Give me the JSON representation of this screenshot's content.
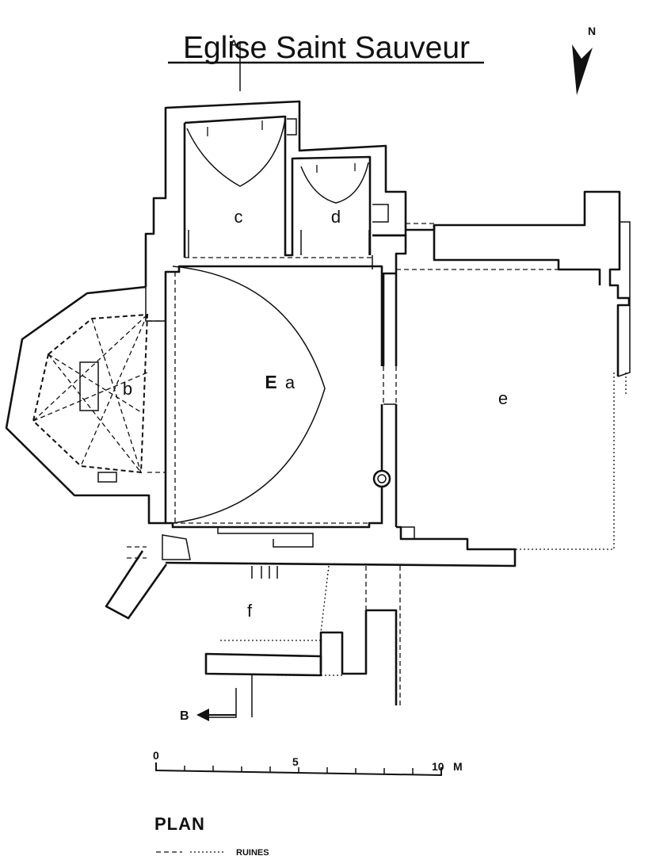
{
  "title": "Eglise Saint Sauveur",
  "north_label": "N",
  "rooms": {
    "a": "a",
    "b": "b",
    "c": "c",
    "d": "d",
    "e": "e",
    "f": "f",
    "E": "E"
  },
  "section_marks": {
    "A": "A",
    "B": "B"
  },
  "scale": {
    "zero": "0",
    "five": "5",
    "ten": "10",
    "unit": "M"
  },
  "plan_label": "PLAN",
  "legend": {
    "ruins": "RUINES"
  }
}
